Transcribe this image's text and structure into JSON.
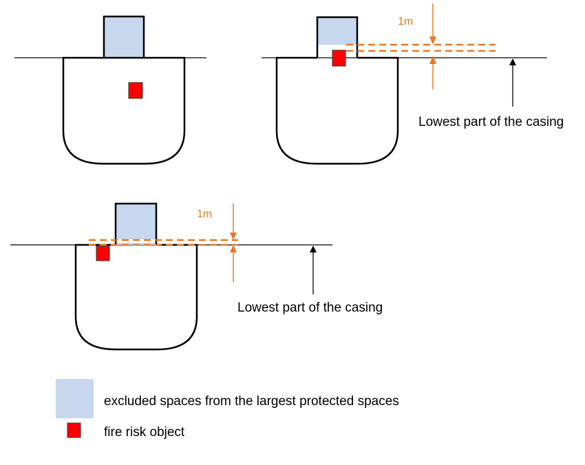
{
  "colors": {
    "excluded_fill": "#c6d7ee",
    "fire_risk_fill": "#ff0000",
    "dimension": "#e87722",
    "outline": "#000000"
  },
  "diagrams": [
    {
      "id": "case-1",
      "description": "Casing with fire risk object inside the hull; whole casing excluded"
    },
    {
      "id": "case-2",
      "dimension_label": "1m",
      "annotation": "Lowest part of the casing"
    },
    {
      "id": "case-3",
      "dimension_label": "1m",
      "annotation": "Lowest part of the casing"
    }
  ],
  "legend": [
    {
      "swatch": "excluded-space-swatch",
      "label": "excluded spaces from the largest protected spaces"
    },
    {
      "swatch": "fire-risk-swatch",
      "label": "fire risk object"
    }
  ]
}
